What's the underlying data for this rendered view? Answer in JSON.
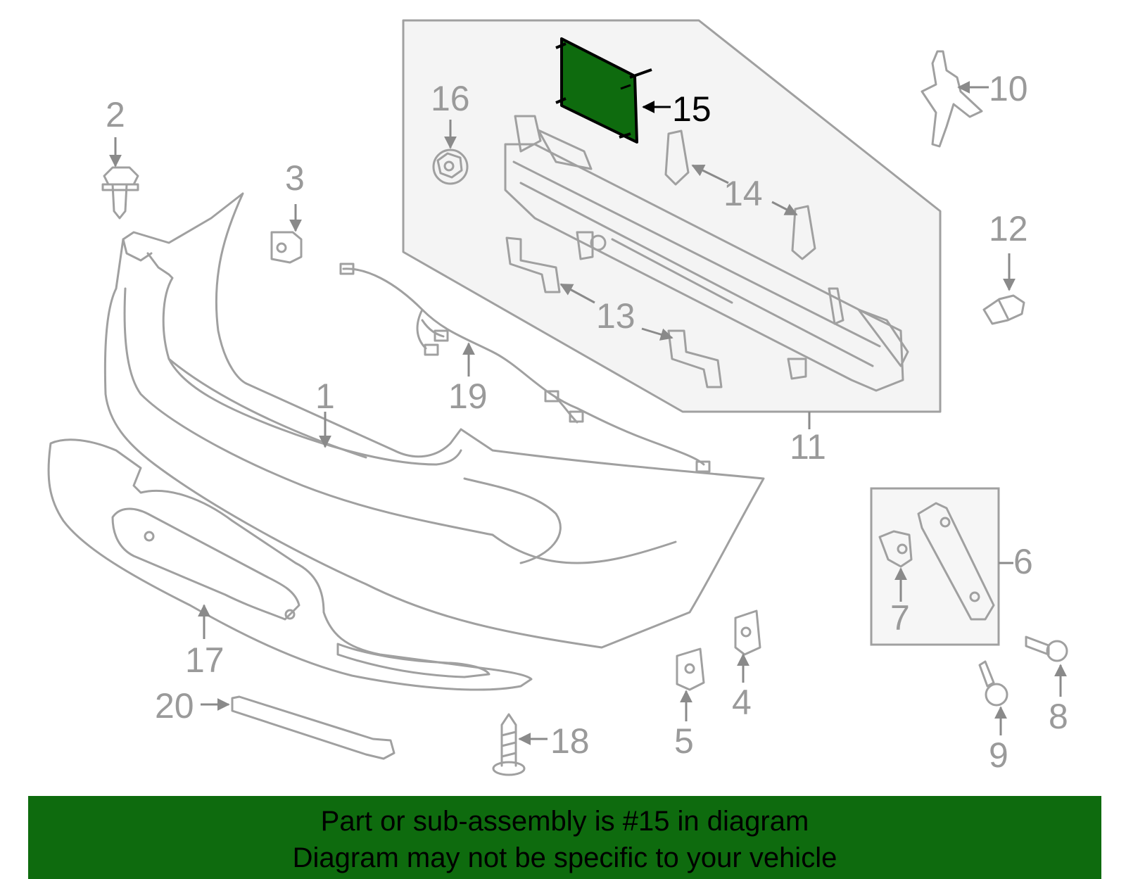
{
  "highlight_color": "#0e6b0e",
  "callouts": {
    "c1": "1",
    "c2": "2",
    "c3": "3",
    "c4": "4",
    "c5": "5",
    "c6": "6",
    "c7": "7",
    "c8": "8",
    "c9": "9",
    "c10": "10",
    "c11": "11",
    "c12": "12",
    "c13": "13",
    "c14": "14",
    "c15": "15",
    "c16": "16",
    "c17": "17",
    "c18": "18",
    "c19": "19",
    "c20": "20"
  },
  "highlighted_part": "15",
  "banner": {
    "line1": "Part or sub-assembly is #15 in diagram",
    "line2": "Diagram may not be specific to your vehicle"
  }
}
